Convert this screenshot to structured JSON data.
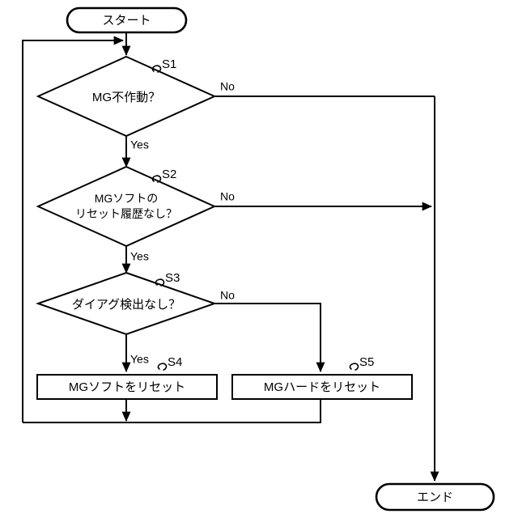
{
  "diagram": {
    "type": "flowchart",
    "language": "ja",
    "orientation": "vertical",
    "line_color": "#000000",
    "fill_color": "#ffffff",
    "background_color": "#ffffff"
  },
  "nodes": {
    "start": {
      "id": "start",
      "shape": "terminator",
      "label": "スタート"
    },
    "s1": {
      "id": "S1",
      "shape": "decision",
      "label": "MG不作動？",
      "step_label": "S1"
    },
    "s2": {
      "id": "S2",
      "shape": "decision",
      "label_line1": "MGソフトの",
      "label_line2": "リセット履歴なし？",
      "step_label": "S2"
    },
    "s3": {
      "id": "S3",
      "shape": "decision",
      "label": "ダイアグ検出なし？",
      "step_label": "S3"
    },
    "s4": {
      "id": "S4",
      "shape": "process",
      "label": "MGソフトをリセット",
      "step_label": "S4"
    },
    "s5": {
      "id": "S5",
      "shape": "process",
      "label": "MGハードをリセット",
      "step_label": "S5"
    },
    "end": {
      "id": "end",
      "shape": "terminator",
      "label": "エンド"
    }
  },
  "edges": {
    "start_to_s1": {
      "from": "start",
      "to": "S1",
      "label": ""
    },
    "s1_no": {
      "from": "S1",
      "to": "end",
      "label": "No"
    },
    "s1_yes": {
      "from": "S1",
      "to": "S2",
      "label": "Yes"
    },
    "s2_no": {
      "from": "S2",
      "to": "end",
      "label": "No"
    },
    "s2_yes": {
      "from": "S2",
      "to": "S3",
      "label": "Yes"
    },
    "s3_no": {
      "from": "S3",
      "to": "S5",
      "label": "No"
    },
    "s3_yes": {
      "from": "S3",
      "to": "S4",
      "label": "Yes"
    },
    "s4_to_loop": {
      "from": "S4",
      "to": "S1",
      "label": ""
    },
    "s5_to_loop": {
      "from": "S5",
      "to": "S1",
      "label": ""
    }
  }
}
